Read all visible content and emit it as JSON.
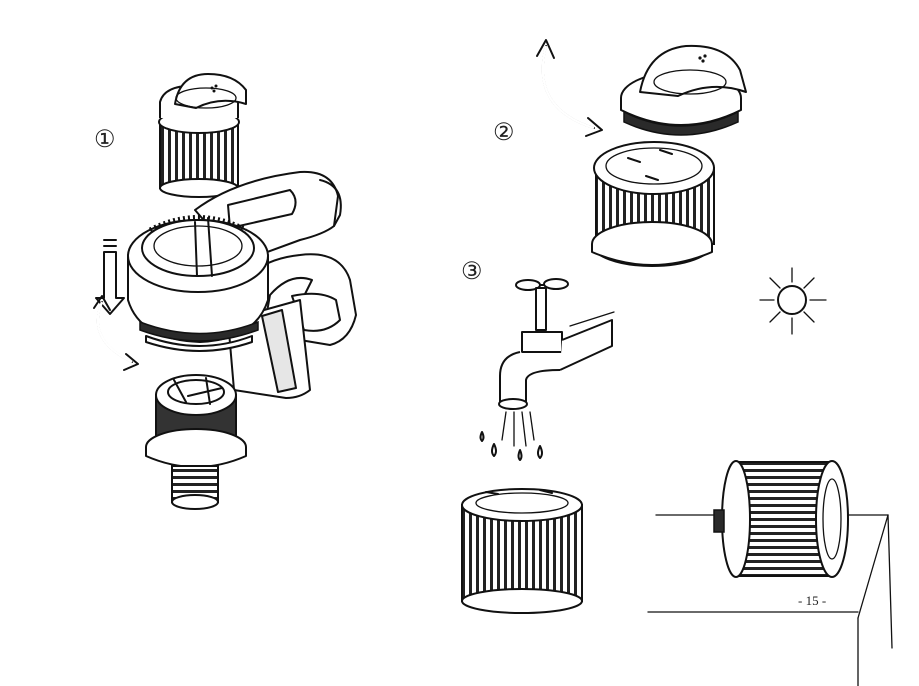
{
  "steps": {
    "step1_label": "①",
    "step2_label": "②",
    "step3_label": "③"
  },
  "page": {
    "number_label": "- 15 -"
  },
  "illustrations": {
    "step1": "vacuum-disassembly-illustration",
    "step2": "filter-separation-illustration",
    "step3": "filter-washing-illustration",
    "step4": "filter-drying-illustration",
    "sun": "sun-icon"
  }
}
